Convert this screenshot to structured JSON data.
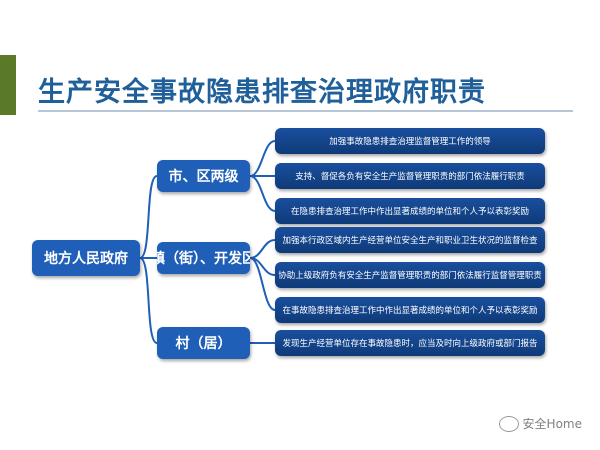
{
  "title": "生产安全事故隐患排查治理政府职责",
  "root": "地方人民政府",
  "levels": [
    {
      "label": "市、区两级",
      "duties": [
        "加强事故隐患排查治理监督管理工作的领导",
        "支持、督促各负有安全生产监督管理职责的部门依法履行职责",
        "在隐患排查治理工作中作出显著成绩的单位和个人予以表彰奖励"
      ]
    },
    {
      "label": "镇（街）、开发区",
      "duties": [
        "加强本行政区域内生产经营单位安全生产和职业卫生状况的监督检查",
        "协助上级政府负有安全生产监督管理职责的部门依法履行监督管理职责",
        "在事故隐患排查治理工作中作出显著成绩的单位和个人予以表彰奖励"
      ]
    },
    {
      "label": "村（居）",
      "duties": [
        "发现生产经营单位存在事故隐患时，应当及时向上级政府或部门报告"
      ]
    }
  ],
  "watermark": "安全Home",
  "colors": {
    "title": "#1f5f9a",
    "box": "#1f5fb8",
    "connector": "#1f5fb8",
    "accent": "#5a7a2a"
  }
}
